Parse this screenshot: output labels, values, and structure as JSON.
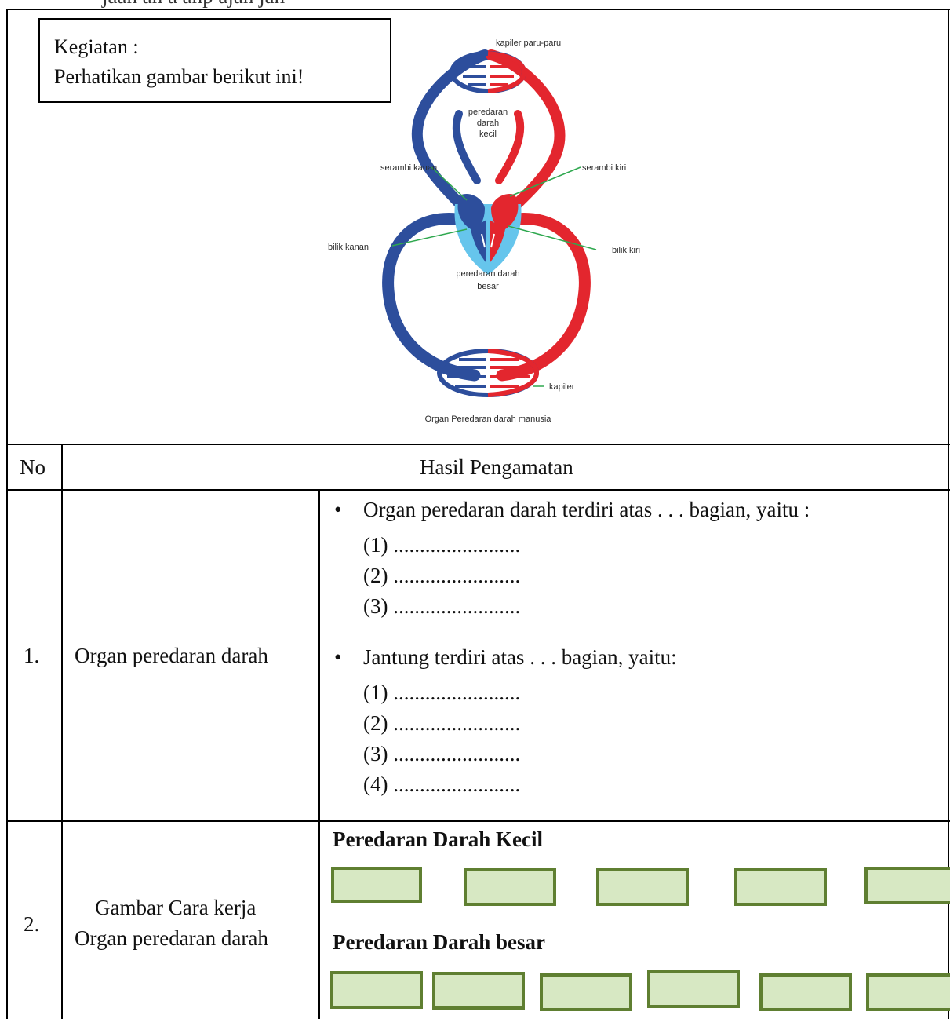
{
  "top_strip": "jaan  an  a anp ajan jan",
  "activity": {
    "title": "Kegiatan :",
    "instruction": "Perhatikan gambar berikut ini!"
  },
  "diagram": {
    "caption": "Organ Peredaran darah manusia",
    "labels": {
      "lung_capillaries": "kapiler paru-paru",
      "small_circulation": [
        "peredaran",
        "darah",
        "kecil"
      ],
      "right_atrium": "serambi kanan",
      "left_atrium": "serambi kiri",
      "right_ventricle": "bilik kanan",
      "left_ventricle": "bilik kiri",
      "large_circulation": [
        "peredaran darah",
        "besar"
      ],
      "capillaries": "kapiler"
    },
    "colors": {
      "oxygenated": "#e3262e",
      "deoxygenated": "#2d4e9c",
      "heart_bg": "#66c5ec",
      "pointer": "#2fa84f"
    }
  },
  "table": {
    "headers": {
      "no": "No",
      "result": "Hasil Pengamatan"
    },
    "rows": [
      {
        "no": "1.",
        "topic": "Organ peredaran darah",
        "bullets": [
          {
            "text": "Organ peredaran darah terdiri atas . . . bagian, yaitu :",
            "items": [
              "(1) ........................",
              "(2) ........................",
              "(3) ........................"
            ]
          },
          {
            "text": "Jantung terdiri atas . . . bagian,  yaitu:",
            "items": [
              "(1) ........................",
              "(2) ........................",
              "(3) ........................",
              "(4) ........................"
            ]
          }
        ]
      },
      {
        "no": "2.",
        "topic_line1": "Gambar Cara kerja",
        "topic_line2": "Organ peredaran darah",
        "small_circulation_title": "Peredaran Darah Kecil",
        "large_circulation_title": "Peredaran Darah besar"
      }
    ]
  },
  "answer_box_colors": {
    "fill": "#d7e8c3",
    "border": "#5f7f31"
  }
}
